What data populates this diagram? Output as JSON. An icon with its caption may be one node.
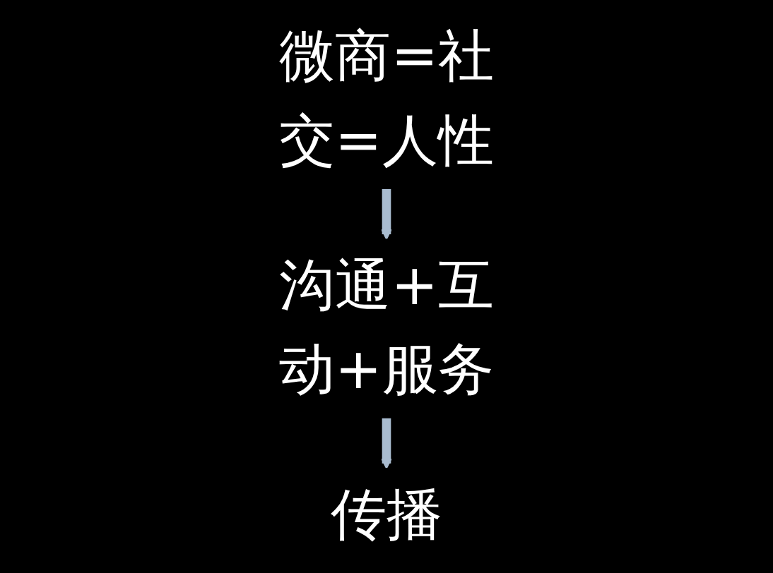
{
  "diagram": {
    "nodes": [
      {
        "text": [
          "微商=社交=人性"
        ]
      },
      {
        "text": [
          "沟通+互动+服务"
        ]
      },
      {
        "text": [
          "传播"
        ]
      }
    ],
    "edges": [
      {
        "from": 0,
        "to": 1,
        "arrow": "to"
      },
      {
        "from": 1,
        "to": 2,
        "arrow": "to"
      }
    ]
  }
}
